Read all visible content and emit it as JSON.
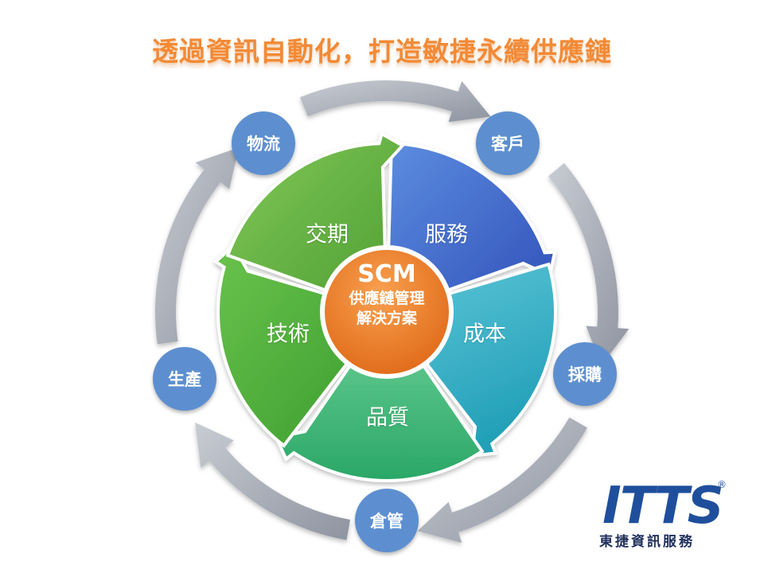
{
  "slide": {
    "title": "透過資訊自動化，打造敏捷永續供應鏈"
  },
  "hub": {
    "abbr": "SCM",
    "line1": "供應鏈管理",
    "line2": "解決方案"
  },
  "segments": [
    {
      "label": "服務",
      "color": "#3f66c8"
    },
    {
      "label": "成本",
      "color": "#2fa6be"
    },
    {
      "label": "品質",
      "color": "#3cb86f"
    },
    {
      "label": "技術",
      "color": "#44a838"
    },
    {
      "label": "交期",
      "color": "#5fae36"
    }
  ],
  "nodes": [
    {
      "label": "客戶"
    },
    {
      "label": "採購"
    },
    {
      "label": "倉管"
    },
    {
      "label": "生產"
    },
    {
      "label": "物流"
    }
  ],
  "logo": {
    "mark": "ITTS",
    "registered": "®",
    "subtitle": "東捷資訊服務"
  },
  "colors": {
    "title": "#f28a36",
    "node_fill": "#5d8fd0",
    "hub": "#ee7a2a",
    "cycle_arrow": "#a9afba",
    "logo": "#1f4f9c"
  }
}
